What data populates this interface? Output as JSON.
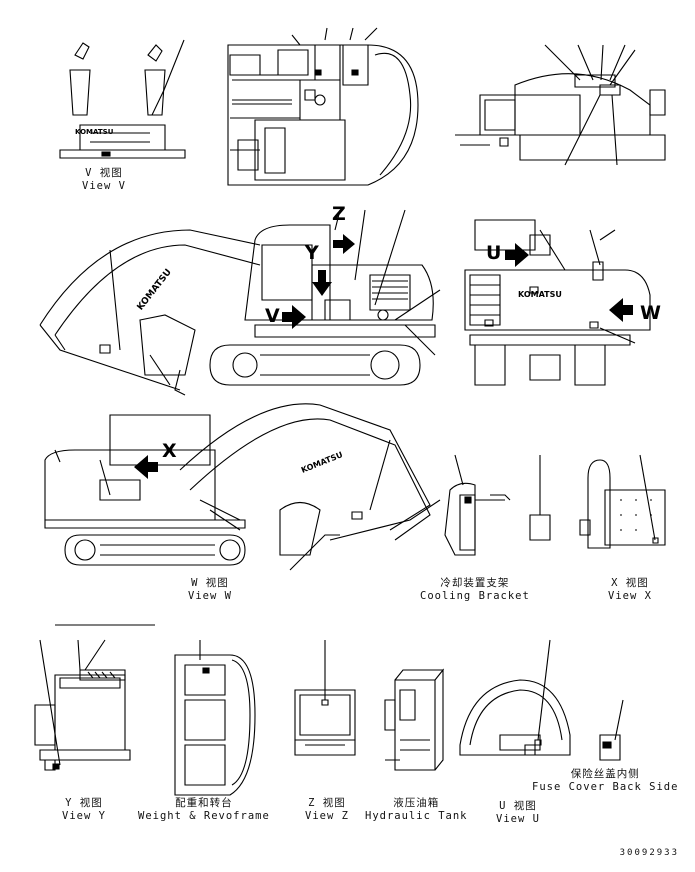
{
  "views": {
    "v": {
      "zh": "V 视图",
      "en": "View V"
    },
    "w": {
      "zh": "W 视图",
      "en": "View W"
    },
    "x": {
      "zh": "X 视图",
      "en": "View X"
    },
    "y": {
      "zh": "Y 视图",
      "en": "View Y"
    },
    "z": {
      "zh": "Z 视图",
      "en": "View Z"
    },
    "u": {
      "zh": "U 视图",
      "en": "View U"
    },
    "cooling": {
      "zh": "冷却装置支架",
      "en": "Cooling Bracket"
    },
    "weight": {
      "zh": "配重和转台",
      "en": "Weight & Revoframe"
    },
    "tank": {
      "zh": "液压油箱",
      "en": "Hydraulic Tank"
    },
    "fuse": {
      "zh": "保险丝盖内侧",
      "en": "Fuse Cover Back Side"
    }
  },
  "markers": {
    "z": "Z",
    "y": "Y",
    "v": "V",
    "u": "U",
    "w": "W",
    "x": "X"
  },
  "brand": "KOMATSU",
  "doc_number": "30092933"
}
